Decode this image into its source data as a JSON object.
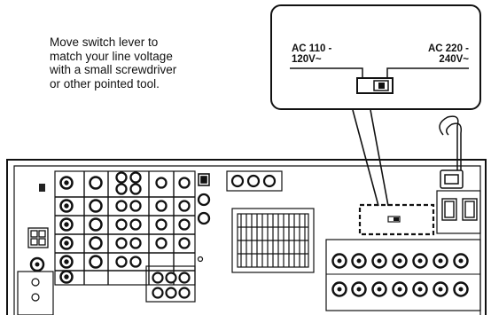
{
  "instruction": {
    "lines": [
      "Move switch lever to",
      "match your line voltage",
      "with a small screwdriver",
      "or other pointed tool."
    ]
  },
  "switch_callout": {
    "left_label": [
      "AC 110 -",
      "120V~"
    ],
    "right_label": [
      "AC 220 -",
      "240V~"
    ]
  }
}
